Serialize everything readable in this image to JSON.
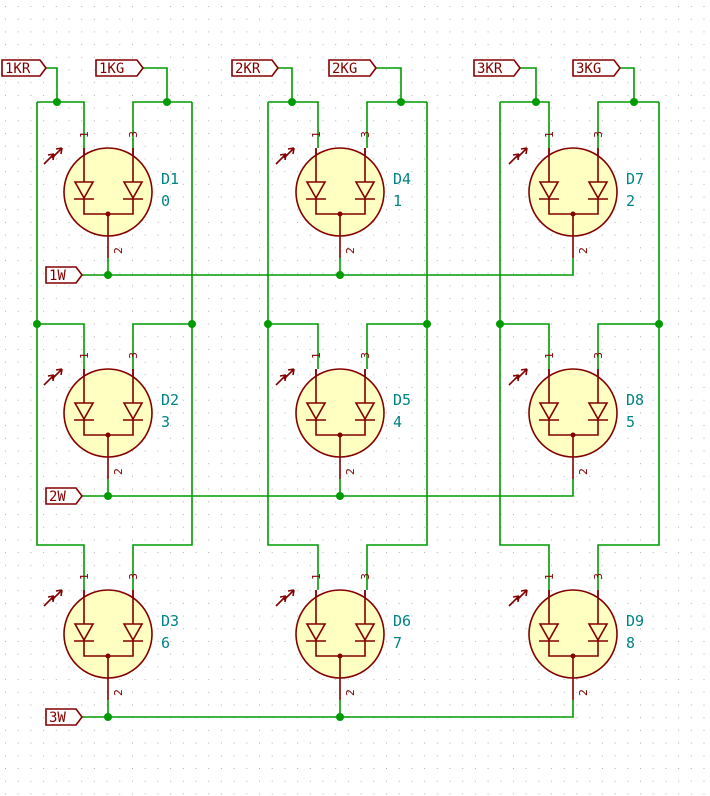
{
  "schematic": {
    "labels": {
      "col1_red": "1KR",
      "col1_green": "1KG",
      "col2_red": "2KR",
      "col2_green": "2KG",
      "col3_red": "3KR",
      "col3_green": "3KG",
      "row1": "1W",
      "row2": "2W",
      "row3": "3W"
    },
    "pin_numbers": {
      "red": "1",
      "common": "2",
      "green": "3"
    },
    "leds": [
      {
        "ref": "D1",
        "value": "0"
      },
      {
        "ref": "D4",
        "value": "1"
      },
      {
        "ref": "D7",
        "value": "2"
      },
      {
        "ref": "D2",
        "value": "3"
      },
      {
        "ref": "D5",
        "value": "4"
      },
      {
        "ref": "D8",
        "value": "5"
      },
      {
        "ref": "D3",
        "value": "6"
      },
      {
        "ref": "D6",
        "value": "7"
      },
      {
        "ref": "D9",
        "value": "8"
      }
    ],
    "colors": {
      "wire": "#009b00",
      "component": "#840000",
      "component_fill": "#ffffc2",
      "reference_text": "#008484",
      "grid_dot": "#b0b0b0"
    }
  }
}
